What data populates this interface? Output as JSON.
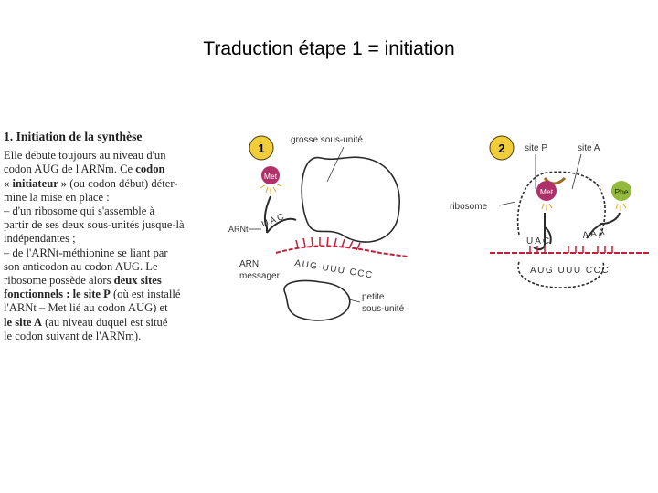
{
  "slide": {
    "title": "Traduction étape 1 = initiation"
  },
  "text": {
    "heading": "1. Initiation de la synthèse",
    "lines": [
      [
        "Elle débute toujours au niveau d'un"
      ],
      [
        "codon AUG de l'ARNm. Ce ",
        {
          "b": "codon"
        }
      ],
      [
        {
          "b": "« initiateur »"
        },
        " (ou codon début) déter-"
      ],
      [
        "mine la mise en place :"
      ],
      [
        "– d'un ribosome qui s'assemble à"
      ],
      [
        "partir de ses deux sous-unités jusque-là"
      ],
      [
        "indépendantes ;"
      ],
      [
        "– de l'ARNt-méthionine se liant par"
      ],
      [
        "son anticodon au codon AUG. Le"
      ],
      [
        "ribosome possède alors ",
        {
          "b": "deux sites"
        }
      ],
      [
        {
          "b": "fonctionnels : le site P"
        },
        " (où est installé"
      ],
      [
        "l'ARNt – Met lié au codon AUG) et"
      ],
      [
        {
          "b": "le site A"
        },
        " (au niveau duquel est situé"
      ],
      [
        "le codon suivant de l'ARNm)."
      ]
    ]
  },
  "figure": {
    "panel1": {
      "step": "1",
      "large_subunit_label": "grosse sous-unité",
      "amino_acid": "Met",
      "trna_label": "ARNt",
      "anticodon": "UAC",
      "mrna_label_line1": "ARN",
      "mrna_label_line2": "messager",
      "mrna_sequence": "AUG UUU CCC",
      "small_subunit_label_line1": "petite",
      "small_subunit_label_line2": "sous-unité"
    },
    "panel2": {
      "step": "2",
      "site_p_label": "site P",
      "site_a_label": "site A",
      "ribosome_label": "ribosome",
      "amino_acid_p": "Met",
      "amino_acid_a": "Phe",
      "anticodon_p": "UAC",
      "anticodon_a": "AAA",
      "mrna_sequence": "AUG UUU CCC"
    },
    "colors": {
      "step_badge": "#f2cd3a",
      "met": "#b0306a",
      "phe": "#92b83c",
      "mrna": "#c02038",
      "outline": "#2a2a2a"
    }
  }
}
